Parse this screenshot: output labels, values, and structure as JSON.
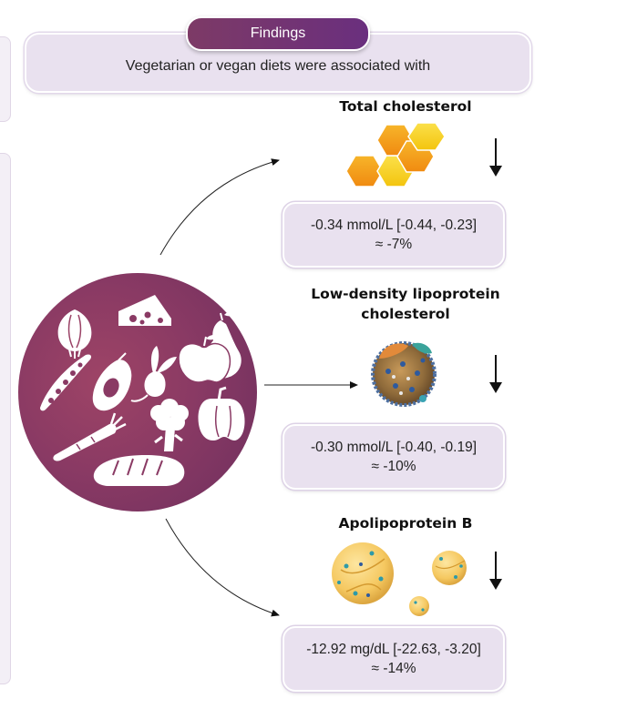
{
  "findings": {
    "pill_label": "Findings",
    "intro": "Vegetarian or vegan diets were associated with"
  },
  "outcomes": [
    {
      "title": "Total cholesterol",
      "effect_line": "-0.34 mmol/L [-0.44, -0.23]",
      "percent_line": "≈ -7%",
      "direction_icon": "arrow-down-icon"
    },
    {
      "title_line1": "Low-density lipoprotein",
      "title_line2": "cholesterol",
      "effect_line": "-0.30 mmol/L [-0.40, -0.19]",
      "percent_line": "≈ -10%",
      "direction_icon": "arrow-down-icon"
    },
    {
      "title": "Apolipoprotein B",
      "effect_line": "-12.92 mg/dL [-22.63, -3.20]",
      "percent_line": "≈ -14%",
      "direction_icon": "arrow-down-icon"
    }
  ],
  "colors": {
    "circle": "#8a3a64",
    "pill": "#6a2f7e",
    "box_fill": "#e9e1ef",
    "hexagon_orange": "#f5a020",
    "hexagon_yellow": "#f7d21e"
  },
  "icons": [
    "onion-icon",
    "cheese-icon",
    "pear-icon",
    "apple-icon",
    "peapod-icon",
    "avocado-icon",
    "beet-icon",
    "pepper-icon",
    "broccoli-icon",
    "carrot-icon",
    "bread-icon",
    "cholesterol-molecule-icon",
    "ldl-particle-icon",
    "apob-particle-icon"
  ]
}
